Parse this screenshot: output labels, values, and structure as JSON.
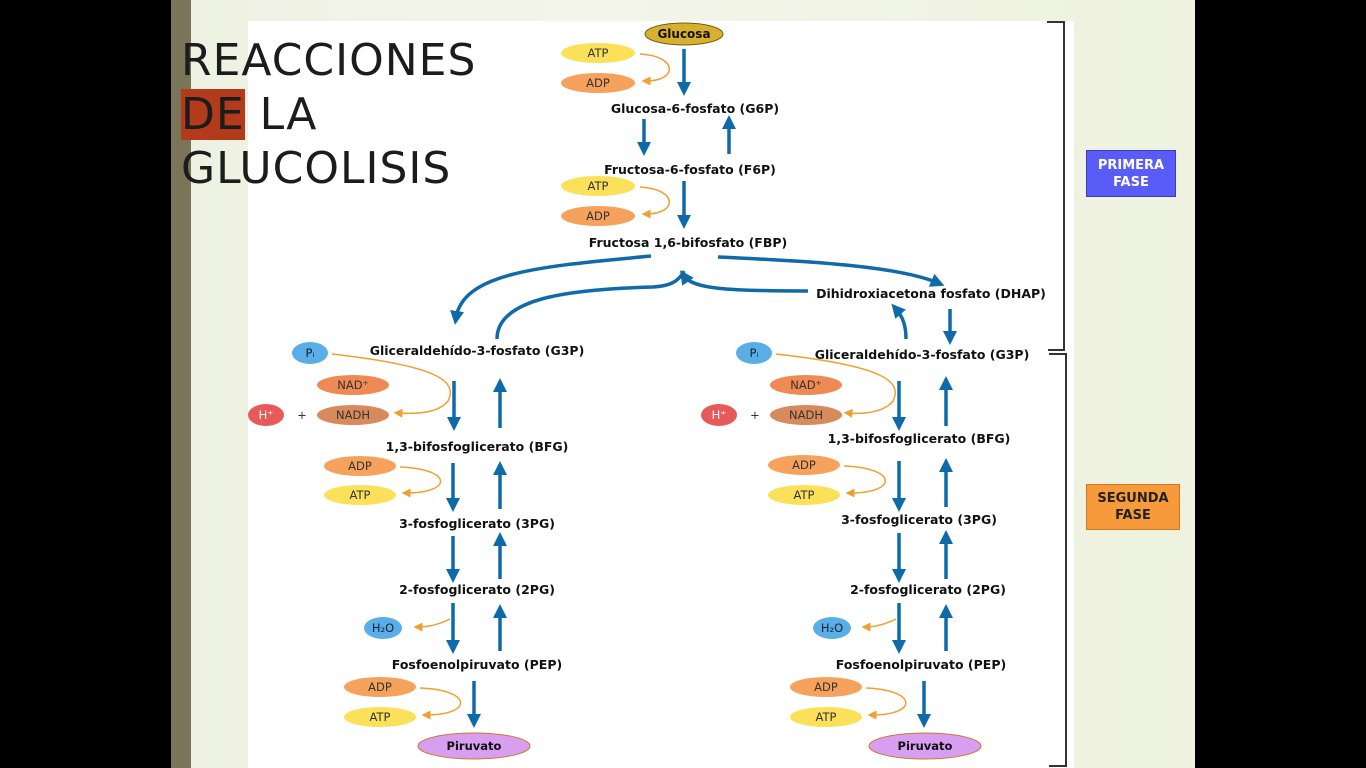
{
  "title": {
    "line1": "REACCIONES",
    "line2_highlight": "DE",
    "line2_rest": " LA",
    "line3": "GLUCOLISIS"
  },
  "phases": {
    "first": "PRIMERA\nFASE",
    "second": "SEGUNDA\nFASE"
  },
  "pathway": {
    "start": "Glucosa",
    "g6p": "Glucosa-6-fosfato (G6P)",
    "f6p": "Fructosa-6-fosfato (F6P)",
    "fbp": "Fructosa 1,6-bifosfato (FBP)",
    "dhap": "Dihidroxiacetona fosfato (DHAP)",
    "g3p": "Gliceraldehído-3-fosfato (G3P)",
    "bfg": "1,3-bifosfoglicerato (BFG)",
    "pg3": "3-fosfoglicerato (3PG)",
    "pg2": "2-fosfoglicerato (2PG)",
    "pep": "Fosfoenolpiruvato (PEP)",
    "end": "Piruvato"
  },
  "molecules": {
    "atp": "ATP",
    "adp": "ADP",
    "nad": "NAD⁺",
    "nadh": "NADH",
    "pi": "Pᵢ",
    "h": "H⁺",
    "h2o": "H₂O",
    "plus": "+"
  },
  "colors": {
    "arrow": "#0e6aa8",
    "side_arrow": "#f0a030",
    "atp": "#fbe15a",
    "adp": "#f6a25c",
    "nad": "#f08a55",
    "nadh": "#d98a5c",
    "pi": "#5aaee8",
    "h": "#e85a5a",
    "h2o": "#5aaee8",
    "glucosa": "#d8b030",
    "piruvato": "#d89ff0",
    "phase1": "#5a5cf7",
    "phase2": "#f79a3b"
  }
}
